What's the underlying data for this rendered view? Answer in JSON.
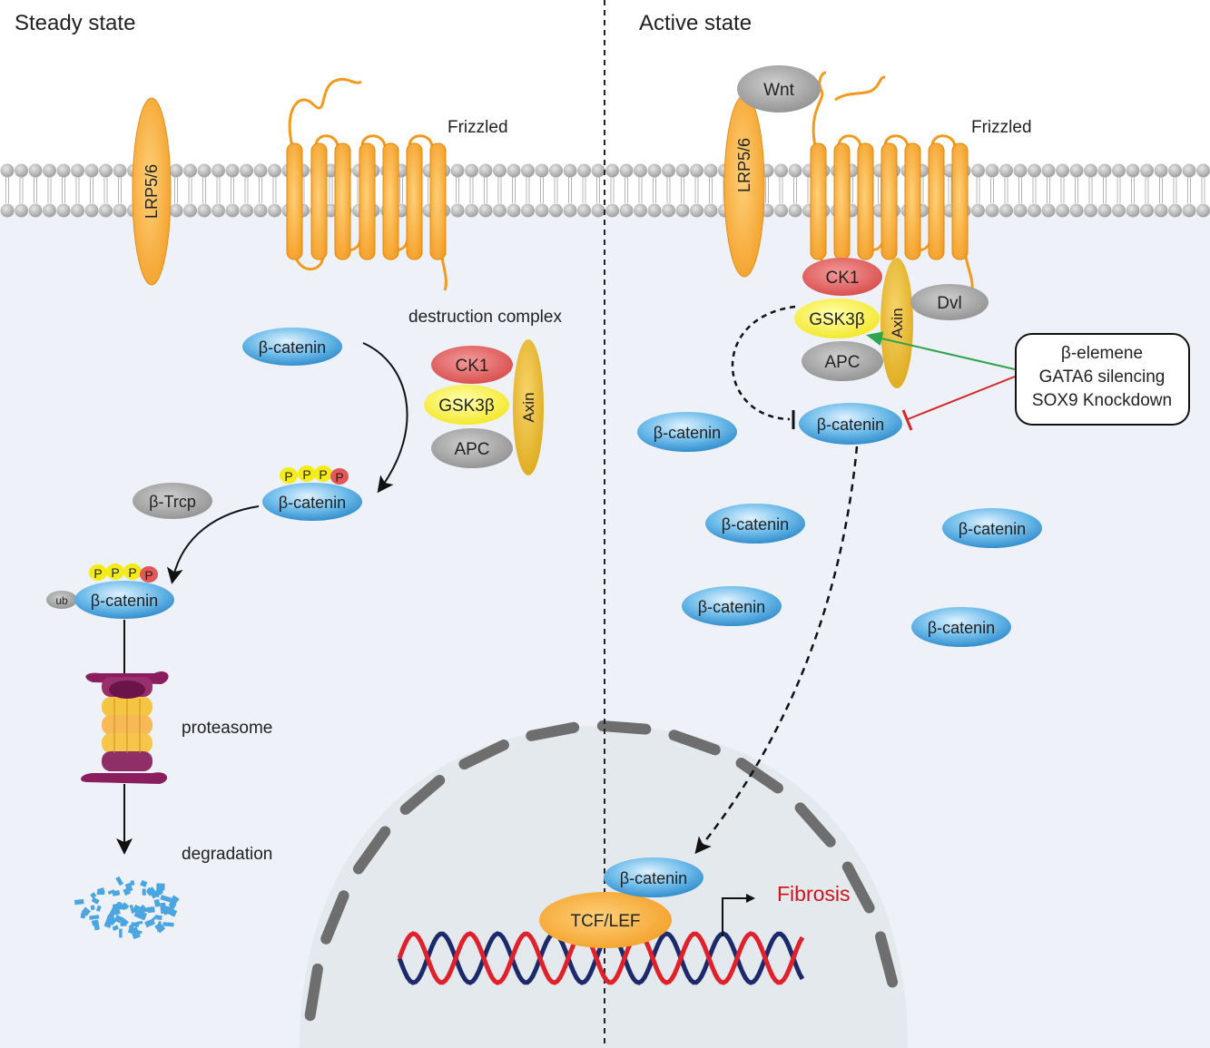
{
  "panels": {
    "left_title": "Steady state",
    "right_title": "Active state"
  },
  "membrane": {
    "lrp": "LRP5/6",
    "frizzled": "Frizzled",
    "wnt": "Wnt"
  },
  "steady": {
    "destruction_complex": "destruction complex",
    "ck1": "CK1",
    "gsk3b": "GSK3β",
    "apc": "APC",
    "axin": "Axin",
    "beta_catenin": "β-catenin",
    "btrcp": "β-Trcp",
    "phospho": "P",
    "ub": "ub",
    "proteasome": "proteasome",
    "degradation": "degradation"
  },
  "active": {
    "ck1": "CK1",
    "gsk3b": "GSK3β",
    "apc": "APC",
    "axin": "Axin",
    "dvl": "Dvl",
    "beta_catenin": "β-catenin",
    "inhibitors": [
      "β-elemene",
      "GATA6 silencing",
      "SOX9 Knockdown"
    ]
  },
  "nucleus": {
    "beta_catenin": "β-catenin",
    "tcf_lef": "TCF/LEF",
    "output": "Fibrosis"
  },
  "colors": {
    "cytoplasm": "#eef2f8",
    "nucleus": "#e4e9ed",
    "beta_catenin": "#4aa5e0",
    "receptor_orange": "#f4a93a",
    "ck1_red": "#e46a6a",
    "gsk3b_yellow": "#f7ef2e",
    "apc_gray": "#8e8e8e",
    "axin_gold": "#e8b92d",
    "fibrosis_red": "#d3131a",
    "activate_green": "#2ea44f",
    "inhibit_red": "#d32a2a"
  }
}
